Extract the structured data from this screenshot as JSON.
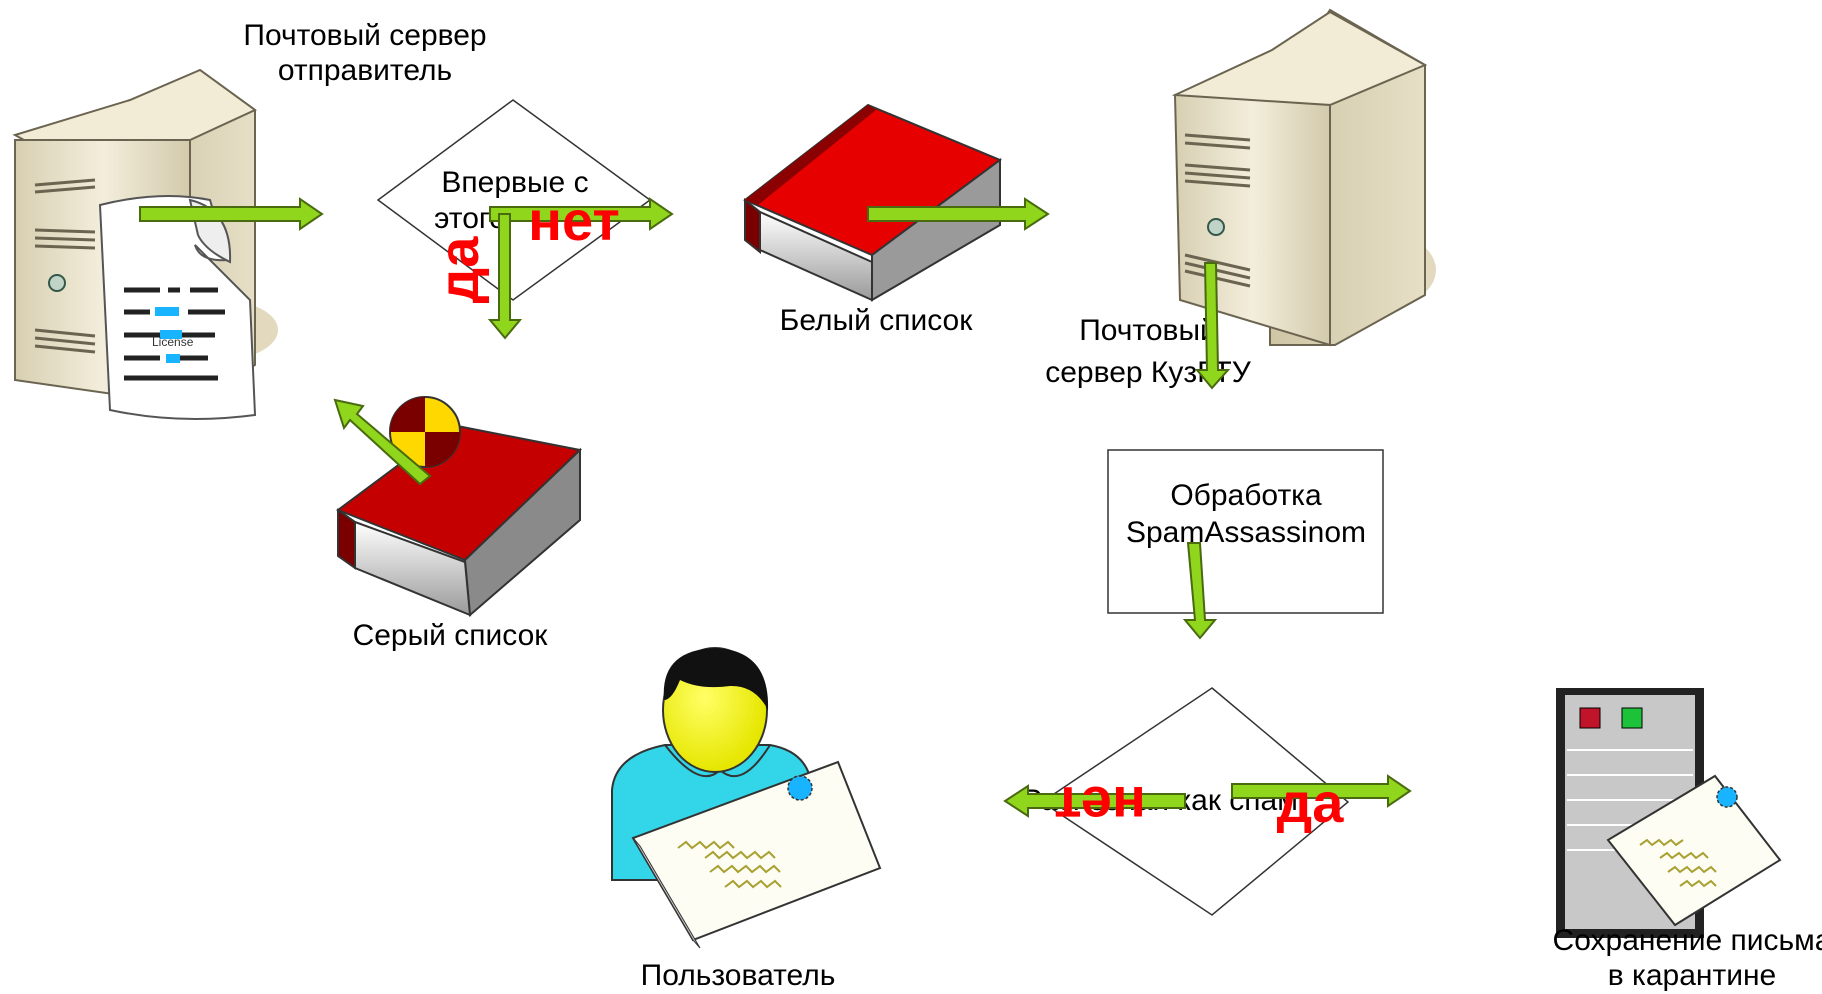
{
  "labels": {
    "sender_server_line1": "Почтовый сервер",
    "sender_server_line2": "отправитель",
    "first_time_line1": "Впервые с",
    "first_time_line2": "этого",
    "whitelist": "Белый список",
    "recipient_server_line1": "Почтовый",
    "recipient_server_line2": "сервер КузГТУ",
    "greylist": "Серый список",
    "processing_line1": "Обработка",
    "processing_line2": "SpamAssassinom",
    "spam_decision": "Распознан как спам",
    "user": "Пользователь",
    "quarantine_line1": "Сохранение письма",
    "quarantine_line2": "в карантине",
    "license": "License"
  },
  "branches": {
    "first_time_no": "нет",
    "first_time_yes": "да",
    "spam_no": "нет",
    "spam_yes": "да"
  },
  "colors": {
    "arrow_fill": "#8fd61c",
    "arrow_stroke": "#4a6a10",
    "book_red": "#d10000",
    "book_dark": "#7a0000",
    "server_beige": "#e9e2c8",
    "label_red": "#ff0000"
  }
}
